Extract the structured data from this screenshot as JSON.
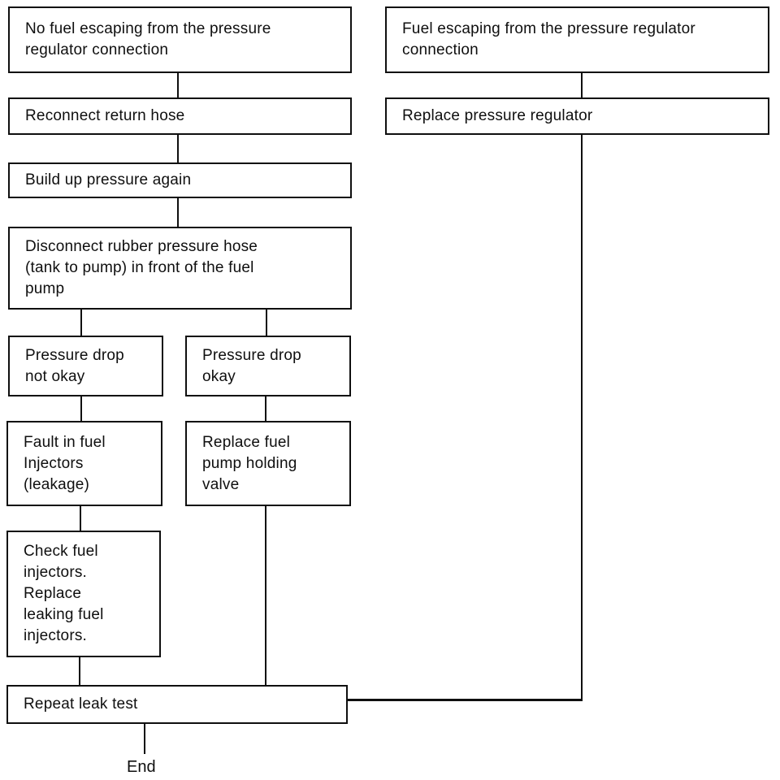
{
  "flowchart": {
    "colors": {
      "background": "#ffffff",
      "line": "#0f0f0f",
      "text": "#0f0f0f",
      "node_fill": "#ffffff"
    },
    "nodes": [
      {
        "id": "no-fuel-escaping",
        "label": "No fuel escaping from the pressure\nregulator connection"
      },
      {
        "id": "fuel-escaping",
        "label": "Fuel escaping from the pressure regulator\nconnection"
      },
      {
        "id": "reconnect-return-hose",
        "label": "Reconnect return hose"
      },
      {
        "id": "replace-pressure-regulator",
        "label": "Replace pressure regulator"
      },
      {
        "id": "build-up-pressure-again",
        "label": "Build up pressure again"
      },
      {
        "id": "disconnect-rubber-pressure-hose",
        "label": "Disconnect rubber pressure hose\n(tank to pump) in front of the fuel\npump"
      },
      {
        "id": "pressure-drop-not-okay",
        "label": "Pressure drop\nnot okay"
      },
      {
        "id": "pressure-drop-okay",
        "label": "Pressure drop\nokay"
      },
      {
        "id": "fault-in-fuel-injectors",
        "label": "Fault in fuel\nInjectors\n(leakage)"
      },
      {
        "id": "replace-fuel-pump-holding-valve",
        "label": "Replace fuel\npump holding\nvalve"
      },
      {
        "id": "check-fuel-injectors",
        "label": "Check fuel\ninjectors.\nReplace\nleaking fuel\ninjectors."
      },
      {
        "id": "repeat-leak-test",
        "label": "Repeat leak test"
      }
    ],
    "end_label": "End",
    "edges": [
      {
        "from": "no-fuel-escaping",
        "to": "reconnect-return-hose"
      },
      {
        "from": "reconnect-return-hose",
        "to": "build-up-pressure-again"
      },
      {
        "from": "build-up-pressure-again",
        "to": "disconnect-rubber-pressure-hose"
      },
      {
        "from": "disconnect-rubber-pressure-hose",
        "to": "pressure-drop-not-okay"
      },
      {
        "from": "disconnect-rubber-pressure-hose",
        "to": "pressure-drop-okay"
      },
      {
        "from": "pressure-drop-not-okay",
        "to": "fault-in-fuel-injectors"
      },
      {
        "from": "pressure-drop-okay",
        "to": "replace-fuel-pump-holding-valve"
      },
      {
        "from": "fault-in-fuel-injectors",
        "to": "check-fuel-injectors"
      },
      {
        "from": "check-fuel-injectors",
        "to": "repeat-leak-test"
      },
      {
        "from": "replace-fuel-pump-holding-valve",
        "to": "repeat-leak-test"
      },
      {
        "from": "fuel-escaping",
        "to": "replace-pressure-regulator"
      },
      {
        "from": "replace-pressure-regulator",
        "to": "repeat-leak-test"
      },
      {
        "from": "repeat-leak-test",
        "to": "end"
      }
    ]
  }
}
